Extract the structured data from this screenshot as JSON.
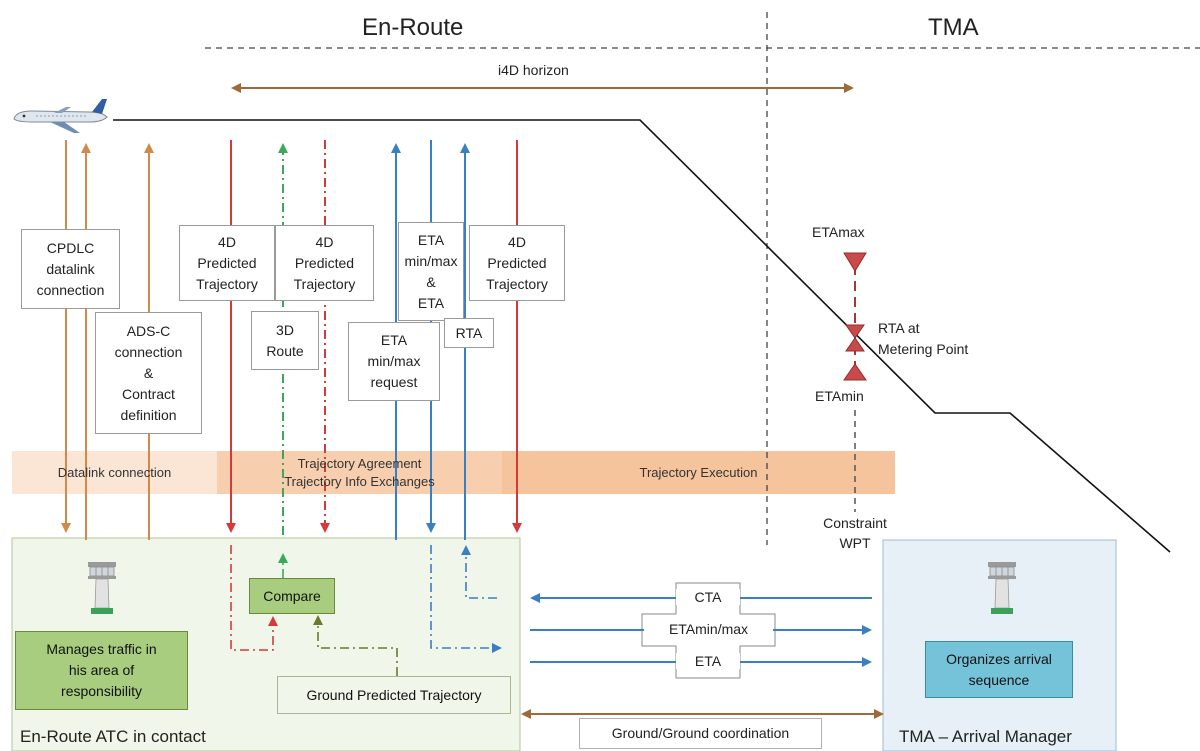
{
  "header": {
    "en_route": "En-Route",
    "tma": "TMA",
    "i4d_horizon": "i4D horizon"
  },
  "boxes": {
    "cpdlc": "CPDLC\ndatalink\nconnection",
    "adsc": "ADS-C\nconnection\n&\nContract\ndefinition",
    "pred_traj_1": "4D\nPredicted\nTrajectory",
    "pred_traj_2": "4D\nPredicted\nTrajectory",
    "route_3d": "3D\nRoute",
    "eta_req": "ETA\nmin/max\nrequest",
    "eta_minmax": "ETA\nmin/max\n&\nETA",
    "rta": "RTA",
    "pred_traj_3": "4D\nPredicted\nTrajectory"
  },
  "eta_window": {
    "eta_max": "ETAmax",
    "rta_metering": "RTA at\nMetering Point",
    "eta_min": "ETAmin",
    "constraint_wpt": "Constraint\nWPT"
  },
  "phases": {
    "datalink": "Datalink connection",
    "agreement": "Trajectory Agreement\nTrajectory Info Exchanges",
    "execution": "Trajectory Execution"
  },
  "enroute_atc": {
    "compare": "Compare",
    "manages": "Manages traffic in\nhis area of\nresponsibility",
    "ground_pred": "Ground Predicted Trajectory",
    "title": "En-Route ATC in contact"
  },
  "coordination": {
    "cta": "CTA",
    "eta_minmax": "ETAmin/max",
    "eta": "ETA",
    "ground_ground": "Ground/Ground coordination"
  },
  "tma_am": {
    "organizes": "Organizes arrival\nsequence",
    "title": "TMA – Arrival Manager"
  },
  "colors": {
    "orange": "#d08a4a",
    "red": "#d43a3a",
    "blue": "#3a7fc1",
    "green": "#3aaa5a",
    "olive": "#6b7a2a",
    "brown": "#a0693a"
  },
  "icons": [
    "airplane-icon",
    "control-tower-icon"
  ]
}
